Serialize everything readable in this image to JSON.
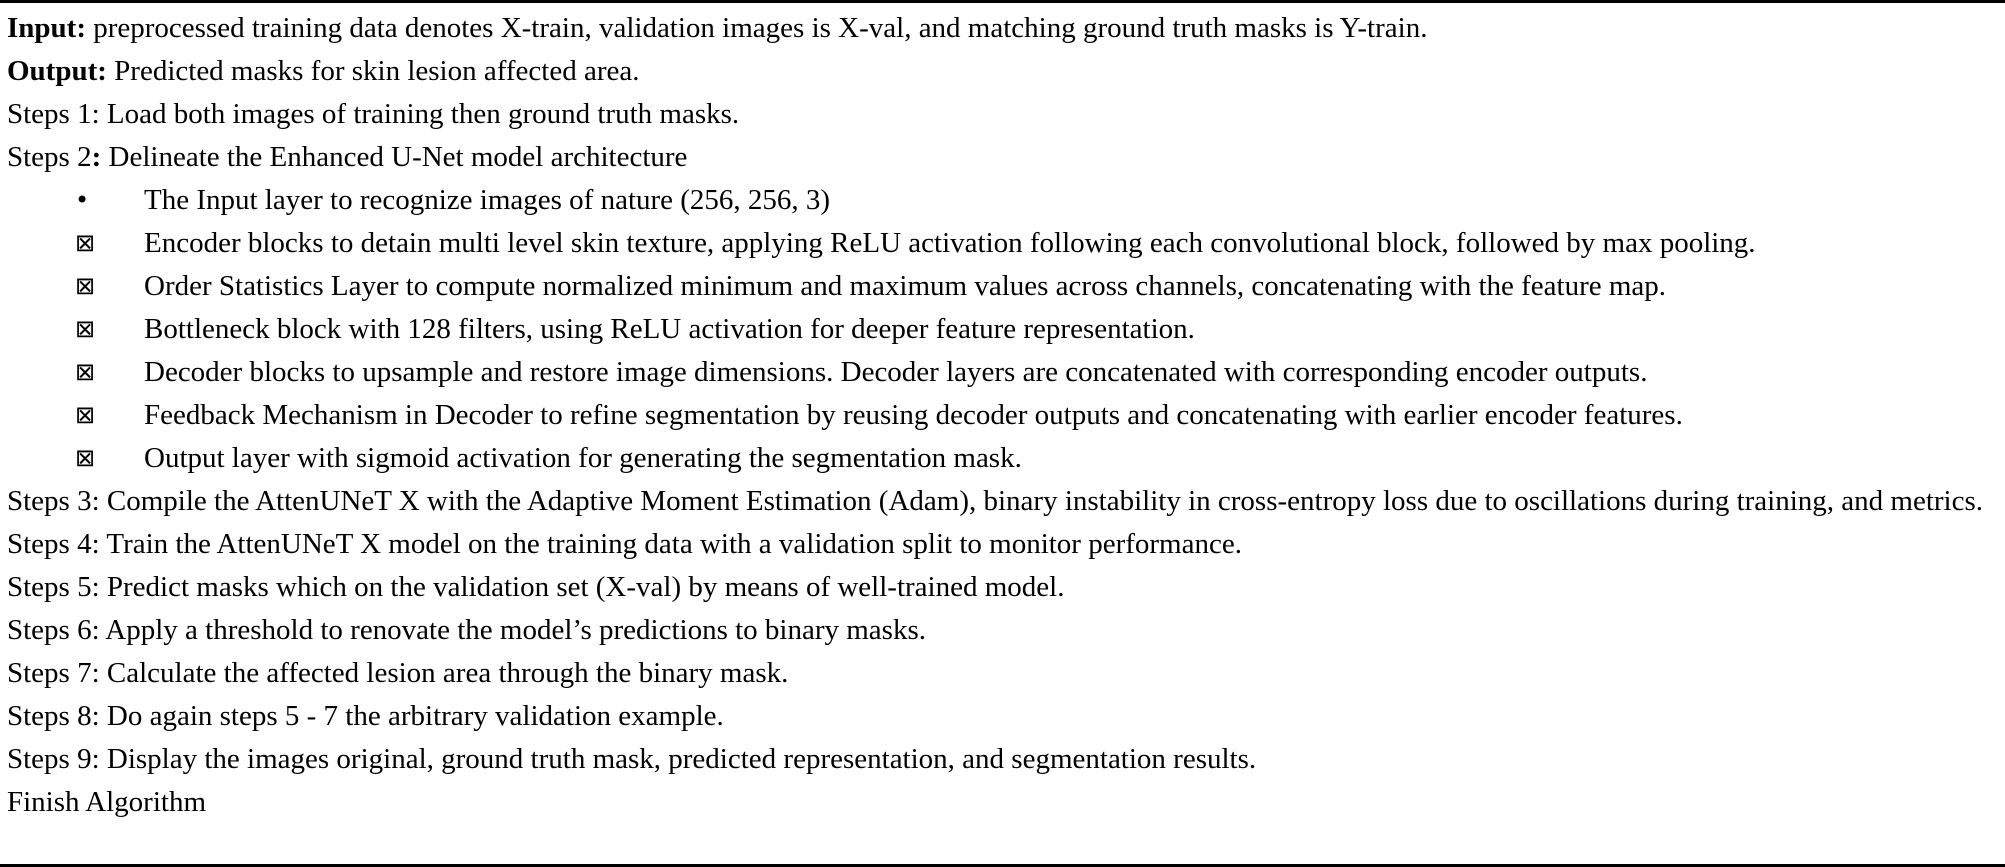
{
  "algorithm": {
    "input": {
      "label": "Input:",
      "text": " preprocessed training data denotes X-train, validation images is X-val, and matching ground truth masks is Y-train."
    },
    "output": {
      "label": "Output:",
      "text": " Predicted masks for skin lesion affected area."
    },
    "step1": "Steps 1: Load both images of training then ground truth masks.",
    "step2": {
      "prefix": "Steps 2",
      "colon": ":",
      "text": " Delineate the Enhanced U-Net model architecture"
    },
    "bullets": [
      {
        "marker": "•",
        "text": "The Input layer to recognize images of nature (256, 256, 3)"
      },
      {
        "marker": "⊠",
        "text": "Encoder blocks to detain multi level skin texture, applying ReLU activation following each convolutional block, followed by max pooling."
      },
      {
        "marker": "⊠",
        "text": "Order Statistics Layer to compute normalized minimum and maximum values across channels, concatenating with the feature map."
      },
      {
        "marker": "⊠",
        "text": "Bottleneck block with 128 filters, using ReLU activation for deeper feature representation."
      },
      {
        "marker": "⊠",
        "text": "Decoder blocks to upsample and restore image dimensions. Decoder layers are concatenated with corresponding encoder outputs."
      },
      {
        "marker": "⊠",
        "text": "Feedback Mechanism in Decoder to refine segmentation by reusing decoder outputs and concatenating with earlier encoder features."
      },
      {
        "marker": "⊠",
        "text": "Output layer with sigmoid activation for generating the segmentation mask."
      }
    ],
    "step3": "Steps 3: Compile the AttenUNeT X with the Adaptive Moment Estimation (Adam), binary instability in cross-entropy loss due to oscillations during training, and metrics.",
    "step4": "Steps 4: Train the AttenUNeT X model on the training data with a validation split to monitor performance.",
    "step5": "Steps 5: Predict masks which on the validation set (X-val) by means of well-trained model.",
    "step6": "Steps 6: Apply a threshold to renovate the model’s predictions to binary masks.",
    "step7": "Steps 7: Calculate the affected lesion area through the binary mask.",
    "step8": "Steps 8: Do again steps 5 - 7 the arbitrary validation example.",
    "step9": "Steps 9: Display the images original, ground truth mask, predicted representation, and segmentation results.",
    "finish": "Finish Algorithm"
  }
}
